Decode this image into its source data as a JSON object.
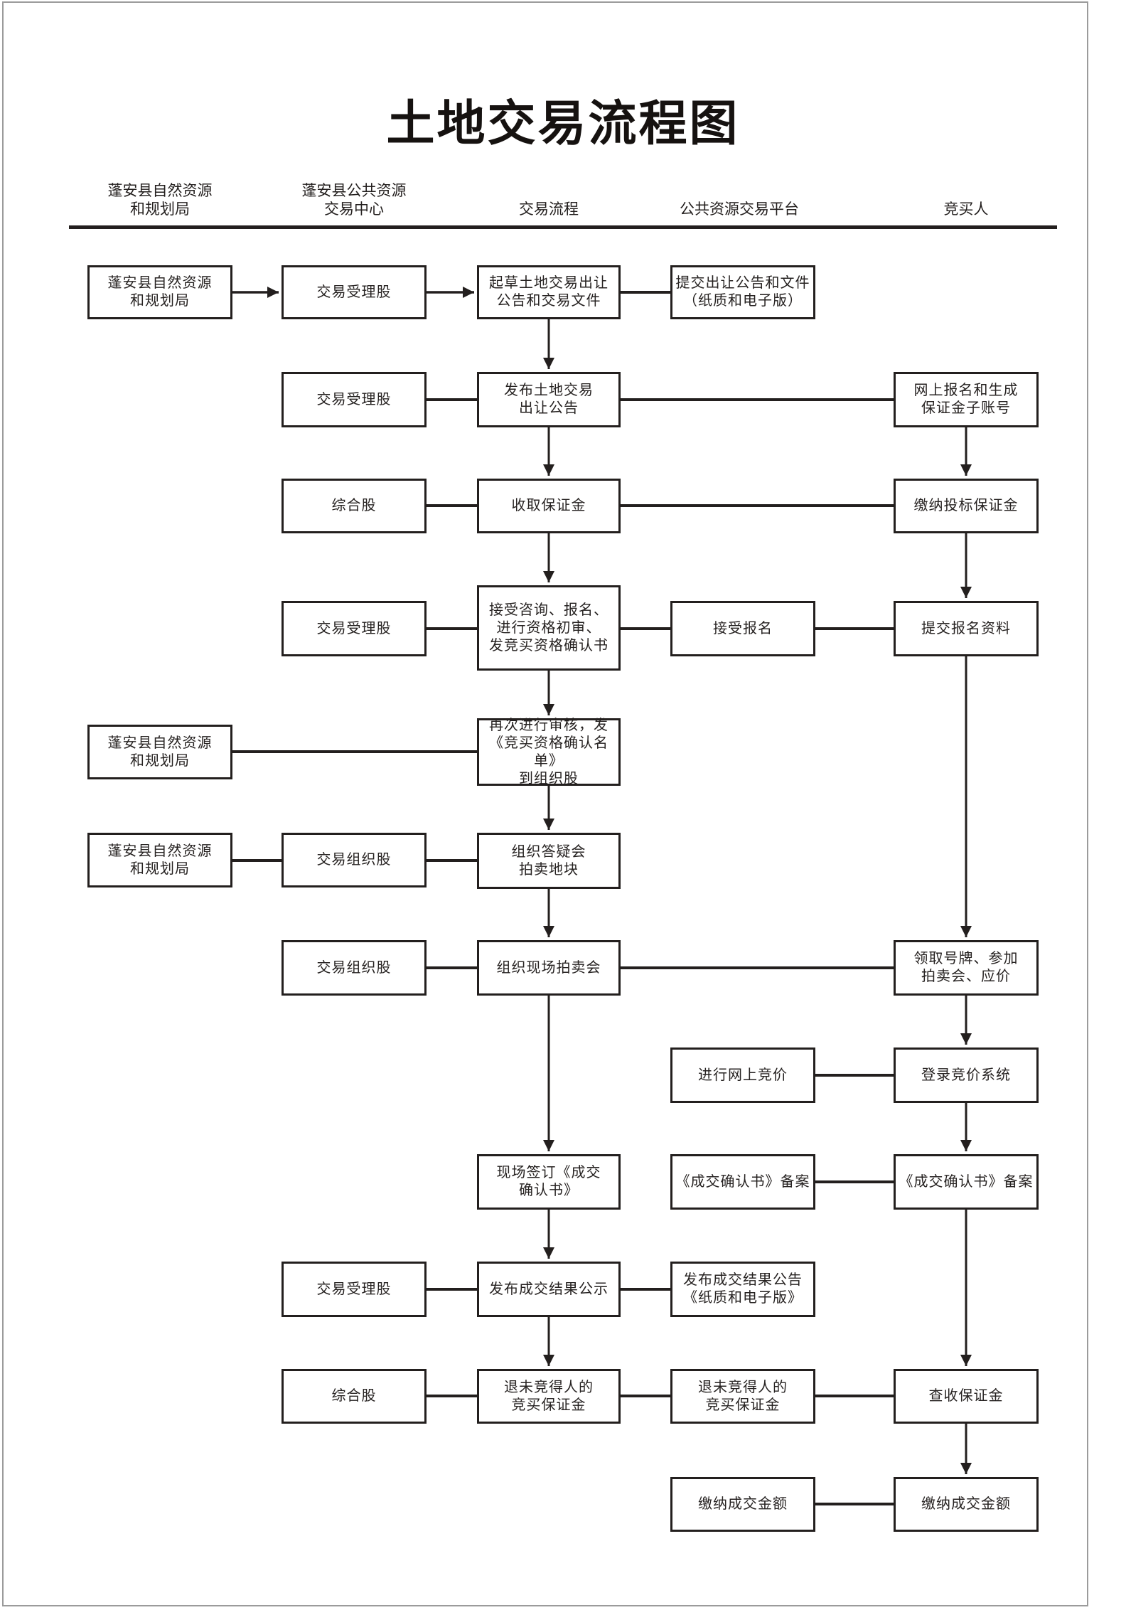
{
  "title": "土地交易流程图",
  "colors": {
    "ink": "#231f1e",
    "frame": "#9b9b9b",
    "background": "#ffffff"
  },
  "columns": [
    {
      "label": "蓬安县自然资源\n和规划局"
    },
    {
      "label": "蓬安县公共资源\n交易中心"
    },
    {
      "label": "交易流程"
    },
    {
      "label": "公共资源交易平台"
    },
    {
      "label": "竞买人"
    }
  ],
  "nodes": [
    {
      "text": "蓬安县自然资源\n和规划局"
    },
    {
      "text": "交易受理股"
    },
    {
      "text": "起草土地交易出让\n公告和交易文件"
    },
    {
      "text": "提交出让公告和文件\n（纸质和电子版）"
    },
    {
      "text": "交易受理股"
    },
    {
      "text": "发布土地交易\n出让公告"
    },
    {
      "text": "网上报名和生成\n保证金子账号"
    },
    {
      "text": "综合股"
    },
    {
      "text": "收取保证金"
    },
    {
      "text": "缴纳投标保证金"
    },
    {
      "text": "交易受理股"
    },
    {
      "text": "接受咨询、报名、\n进行资格初审、\n发竞买资格确认书"
    },
    {
      "text": "接受报名"
    },
    {
      "text": "提交报名资料"
    },
    {
      "text": "蓬安县自然资源\n和规划局"
    },
    {
      "text": "再次进行审核，发\n《竞买资格确认名单》\n到组织股"
    },
    {
      "text": "蓬安县自然资源\n和规划局"
    },
    {
      "text": "交易组织股"
    },
    {
      "text": "组织答疑会\n拍卖地块"
    },
    {
      "text": "交易组织股"
    },
    {
      "text": "组织现场拍卖会"
    },
    {
      "text": "领取号牌、参加\n拍卖会、应价"
    },
    {
      "text": "进行网上竞价"
    },
    {
      "text": "登录竞价系统"
    },
    {
      "text": "现场签订《成交\n确认书》"
    },
    {
      "text": "《成交确认书》备案"
    },
    {
      "text": "《成交确认书》备案"
    },
    {
      "text": "交易受理股"
    },
    {
      "text": "发布成交结果公示"
    },
    {
      "text": "发布成交结果公告\n《纸质和电子版》"
    },
    {
      "text": "综合股"
    },
    {
      "text": "退未竞得人的\n竞买保证金"
    },
    {
      "text": "退未竞得人的\n竞买保证金"
    },
    {
      "text": "查收保证金"
    },
    {
      "text": "缴纳成交金额"
    },
    {
      "text": "缴纳成交金额"
    }
  ]
}
